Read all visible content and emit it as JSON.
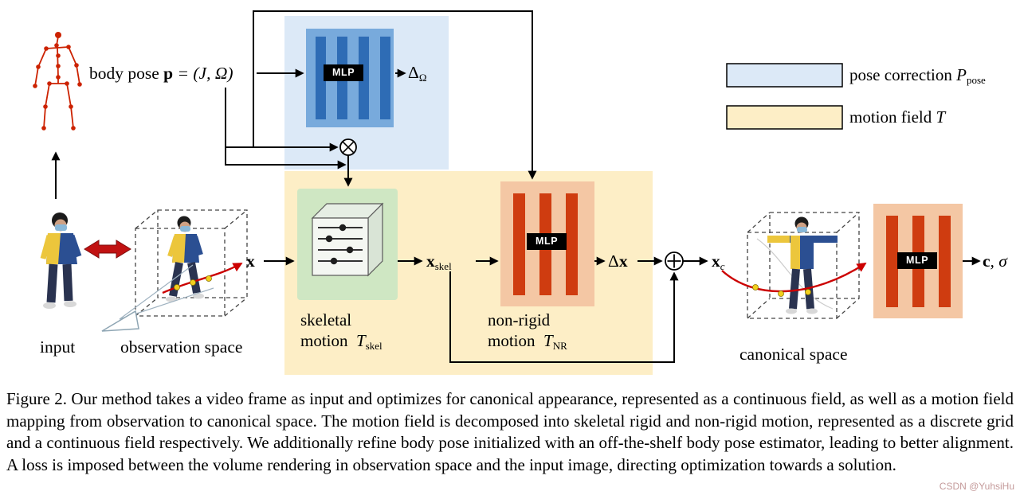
{
  "diagram": {
    "labels": {
      "body_pose": "body pose",
      "p": "p",
      "p_eq": "= (J, Ω)",
      "mlp": "MLP",
      "delta": "Δ",
      "omega": "Ω",
      "x": "x",
      "x_skel_base": "x",
      "x_skel_sub": "skel",
      "dx_delta": "Δ",
      "dx_x": "x",
      "x_c_base": "x",
      "x_c_sub": "c",
      "out_c": "c",
      "out_sigma": ", σ",
      "skeletal_line1": "skeletal",
      "skeletal_line2": "motion",
      "t_sym": "T",
      "skel_sub": "skel",
      "nonrigid_line1": "non-rigid",
      "nonrigid_line2": "motion",
      "nr_sub": "NR",
      "input": "input",
      "observation_space": "observation space",
      "canonical_space": "canonical space"
    },
    "legend": {
      "pose_correction": "pose correction",
      "p_sym": "P",
      "pose_sub": "pose",
      "motion_field": "motion field",
      "t_sym": "T"
    },
    "colors": {
      "pose_correction_bg": "#dce9f7",
      "motion_field_bg": "#fdeec6",
      "skeletal_box_bg": "#cfe7c3",
      "mlp_panel_blue": "#78aadc",
      "mlp_bar_blue": "#2e6cb5",
      "mlp_panel_salmon": "#f4c7a4",
      "mlp_bar_red": "#cf3c10",
      "skeleton_red": "#cc2200",
      "flow_arrow_red": "#cc0000",
      "sample_dot_yellow": "#f2cf1d"
    }
  },
  "caption": {
    "label": "Figure 2.",
    "text": "Our method takes a video frame as input and optimizes for canonical appearance, represented as a continuous field, as well as a motion field mapping from observation to canonical space. The motion field is decomposed into skeletal rigid and non-rigid motion, represented as a discrete grid and a continuous field respectively. We additionally refine body pose initialized with an off-the-shelf body pose estimator, leading to better alignment. A loss is imposed between the volume rendering in observation space and the input image, directing optimization towards a solution."
  },
  "watermark": "CSDN @YuhsiHu"
}
